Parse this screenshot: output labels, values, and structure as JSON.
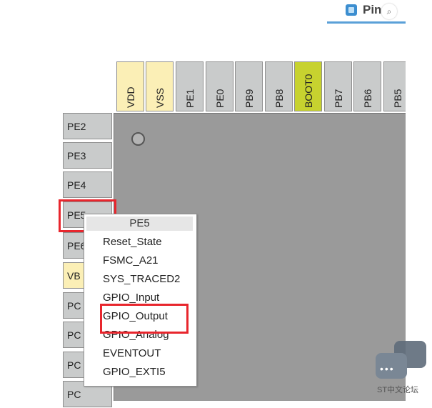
{
  "tab": {
    "label": "Pin",
    "icon": "chip-view-icon"
  },
  "top_pins": [
    "VDD",
    "VSS",
    "PE1",
    "PE0",
    "PB9",
    "PB8",
    "BOOT0",
    "PB7",
    "PB6",
    "PB5"
  ],
  "left_pins": [
    "PE2",
    "PE3",
    "PE4",
    "PE5",
    "PE6",
    "VB",
    "PC",
    "PC",
    "PC",
    "PC"
  ],
  "context_menu": {
    "header": "PE5",
    "items": [
      "Reset_State",
      "FSMC_A21",
      "SYS_TRACED2",
      "GPIO_Input",
      "GPIO_Output",
      "GPIO_Analog",
      "EVENTOUT",
      "GPIO_EXTI5"
    ]
  },
  "watermark": {
    "text": "ST中文论坛",
    "dots": "•••"
  },
  "colors": {
    "pin": "#c9cbcb",
    "power_pin": "#fbefb6",
    "boot_pin": "#c7d22f",
    "chip": "#9a9a9a",
    "highlight": "#e8262d"
  }
}
